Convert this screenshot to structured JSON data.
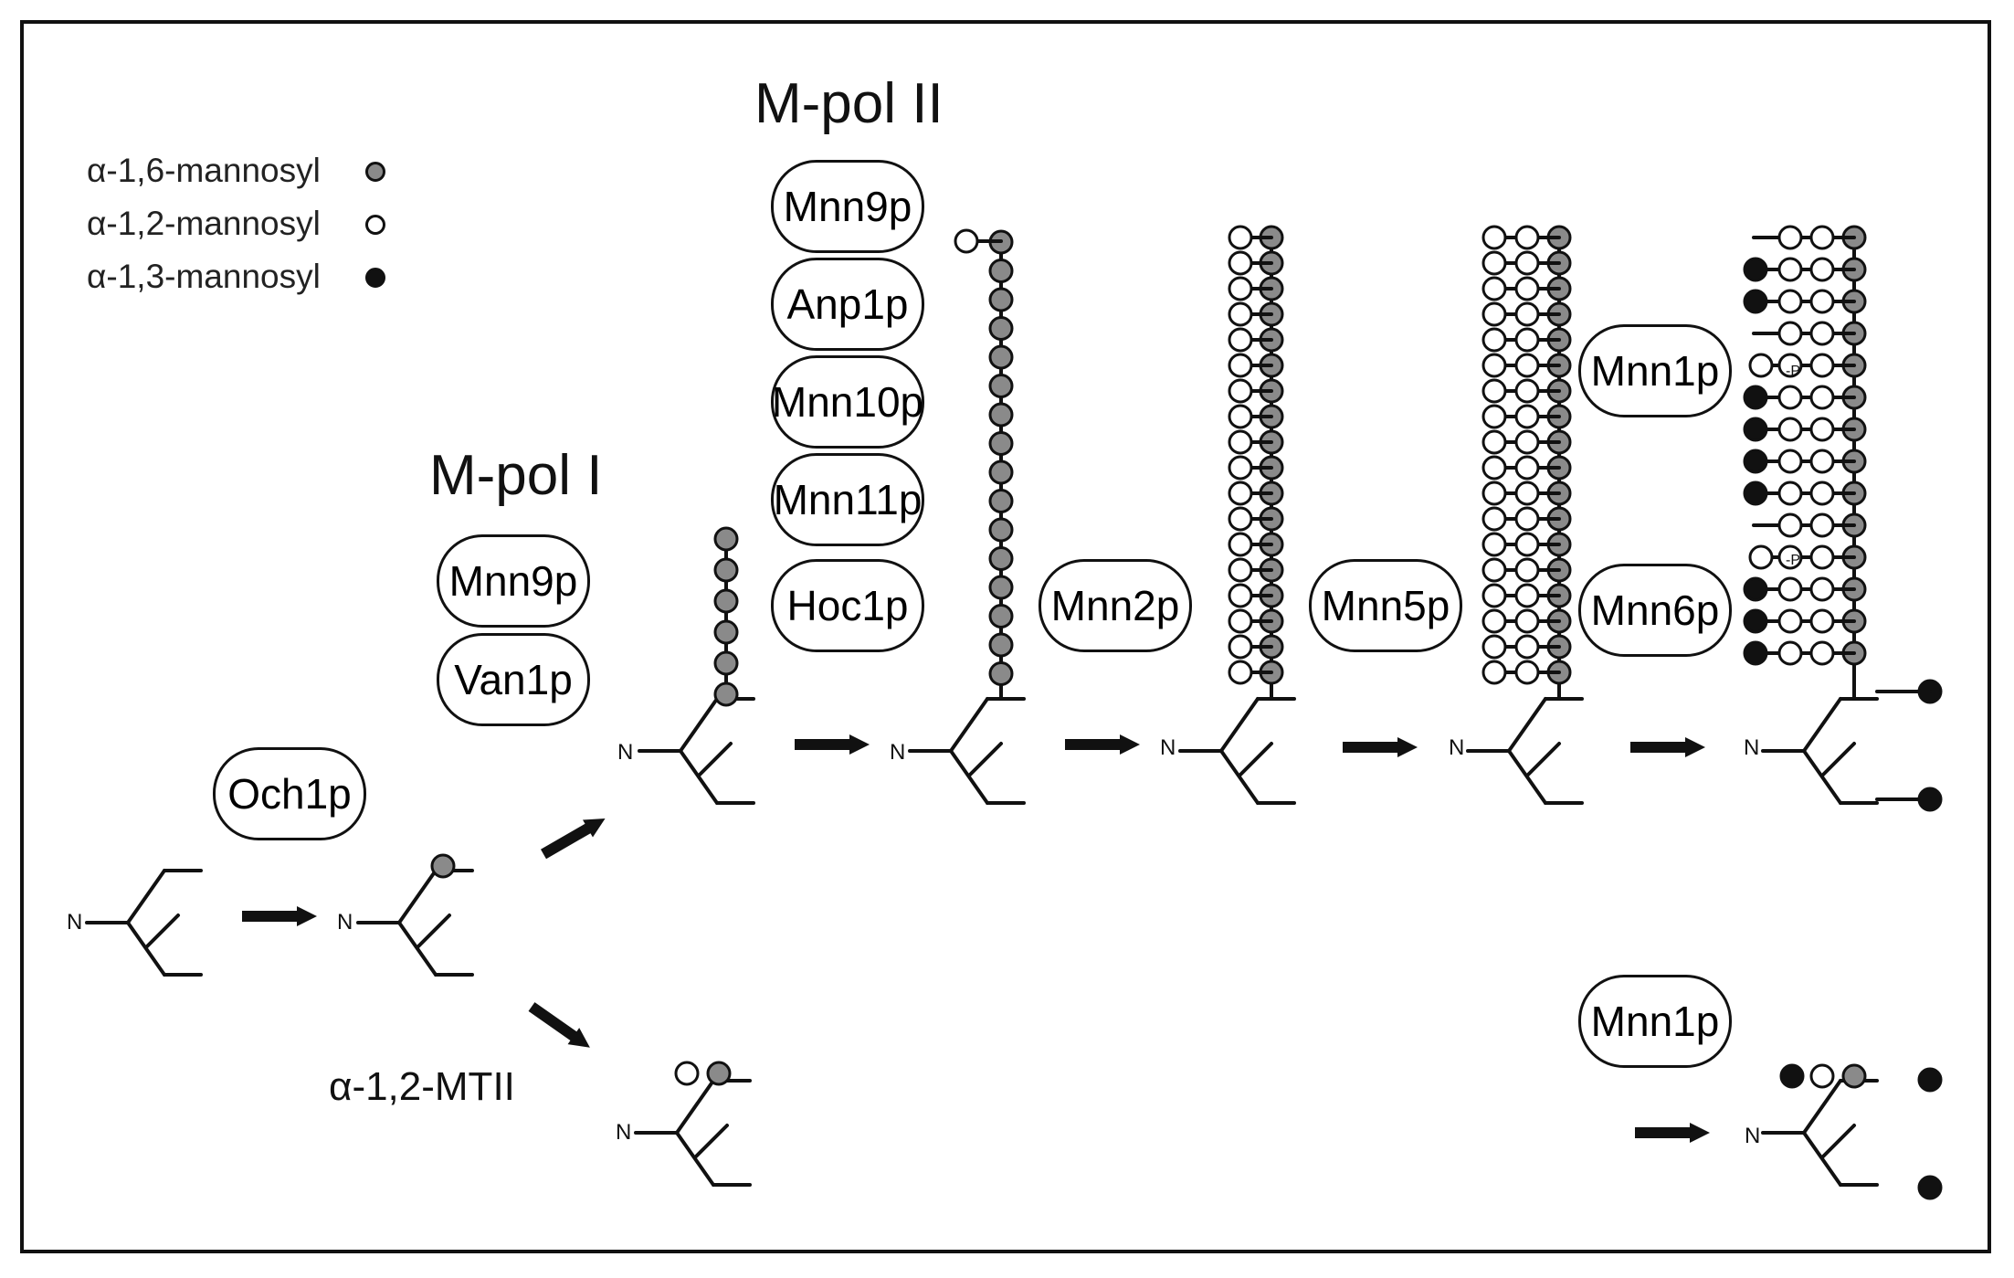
{
  "legend": [
    {
      "label": "α-1,6-mannosyl",
      "color": "#8a8a8a"
    },
    {
      "label": "α-1,2-mannosyl",
      "color": "#ffffff"
    },
    {
      "label": "α-1,3-mannosyl",
      "color": "#111111"
    }
  ],
  "titles": {
    "mpol1": "M-pol I",
    "mpol2": "M-pol II"
  },
  "enzymes": {
    "och1p": "Och1p",
    "mpol1": [
      "Mnn9p",
      "Van1p"
    ],
    "mpol2": [
      "Mnn9p",
      "Anp1p",
      "Mnn10p",
      "Mnn11p",
      "Hoc1p"
    ],
    "mnn2p": "Mnn2p",
    "mnn5p": "Mnn5p",
    "mnn1p_top": "Mnn1p",
    "mnn6p": "Mnn6p",
    "mnn1p_bottom": "Mnn1p"
  },
  "labels": {
    "alpha12mtii": "α-1,2-MTII",
    "n": "N",
    "phosphate": "-P"
  },
  "colors": {
    "alpha16": "#8a8a8a",
    "alpha12": "#ffffff",
    "alpha13": "#111111",
    "line": "#111111"
  }
}
